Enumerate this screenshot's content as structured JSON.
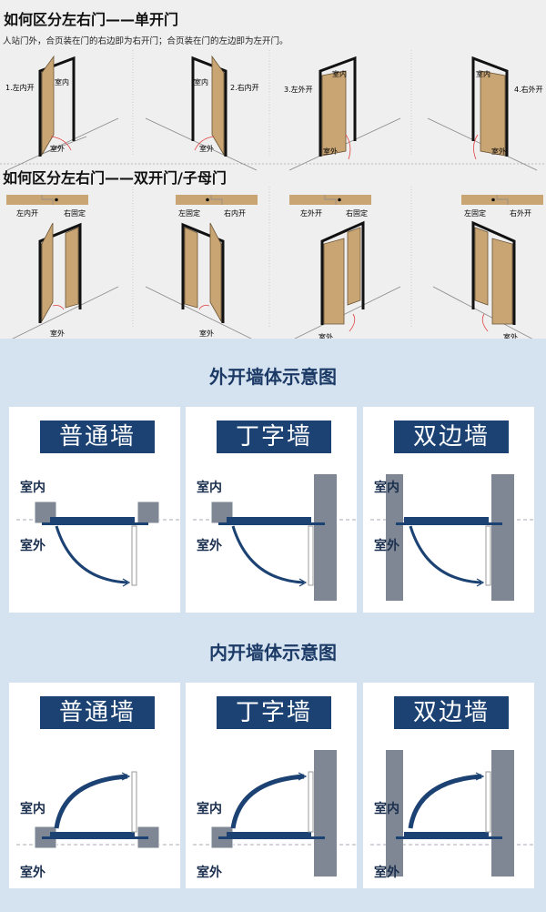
{
  "single": {
    "title": "如何区分左右门——单开门",
    "subtitle": "人站门外，合页装在门的右边即为右开门；合页装在门的左边即为左开门。",
    "panels": [
      {
        "type": "1.左内开",
        "inside": "室内",
        "outside": "室外"
      },
      {
        "type": "2.右内开",
        "inside": "室内",
        "outside": "室外"
      },
      {
        "type": "3.左外开",
        "inside": "室内",
        "outside": "室外"
      },
      {
        "type": "4.右外开",
        "inside": "室内",
        "outside": "室外"
      }
    ]
  },
  "double": {
    "title": "如何区分左右门——双开门/子母门",
    "panels": [
      {
        "left": "左内开",
        "right": "右固定",
        "outside": "室外"
      },
      {
        "left": "左固定",
        "right": "右内开",
        "outside": "室外"
      },
      {
        "left": "左外开",
        "right": "右固定",
        "outside": "室外"
      },
      {
        "left": "左固定",
        "right": "右外开",
        "outside": "室外"
      }
    ]
  },
  "outward": {
    "title": "外开墙体示意图",
    "cards": [
      {
        "name": "普通墙",
        "inside": "室内",
        "outside": "室外"
      },
      {
        "name": "丁字墙",
        "inside": "室内",
        "outside": "室外"
      },
      {
        "name": "双边墙",
        "inside": "室内",
        "outside": "室外"
      }
    ]
  },
  "inward": {
    "title": "内开墙体示意图",
    "cards": [
      {
        "name": "普通墙",
        "inside": "室内",
        "outside": "室外"
      },
      {
        "name": "丁字墙",
        "inside": "室内",
        "outside": "室外"
      },
      {
        "name": "双边墙",
        "inside": "室内",
        "outside": "室外"
      }
    ]
  },
  "colors": {
    "navy": "#1b4273",
    "wall": "#7f8794",
    "door_wood": "#c9a574",
    "background_blue": "#d5e2ef",
    "arc_red": "#e04040"
  }
}
